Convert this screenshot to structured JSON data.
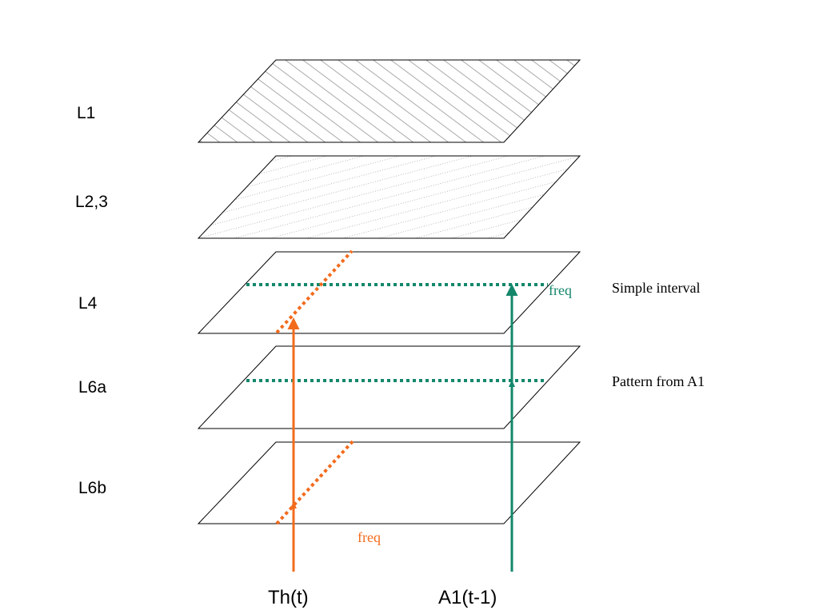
{
  "layers": [
    {
      "id": "l1",
      "label": "L1",
      "texture": "hatch-solid"
    },
    {
      "id": "l23",
      "label": "L2,3",
      "texture": "hatch-dotted"
    },
    {
      "id": "l4",
      "label": "L4",
      "texture": "none"
    },
    {
      "id": "l6a",
      "label": "L6a",
      "texture": "none"
    },
    {
      "id": "l6b",
      "label": "L6b",
      "texture": "none"
    }
  ],
  "inputs": {
    "thalamus": {
      "label": "Th(t)",
      "color": "#f26b1d"
    },
    "a1": {
      "label": "A1(t-1)",
      "color": "#14876b"
    }
  },
  "annotations": {
    "l4_freq": "freq",
    "l6b_freq": "freq",
    "l4_note": "Simple interval",
    "l6a_note": "Pattern from A1"
  },
  "colors": {
    "outline": "#000000",
    "hatch": "#aaaaaa",
    "orange": "#f26b1d",
    "green": "#14876b"
  }
}
